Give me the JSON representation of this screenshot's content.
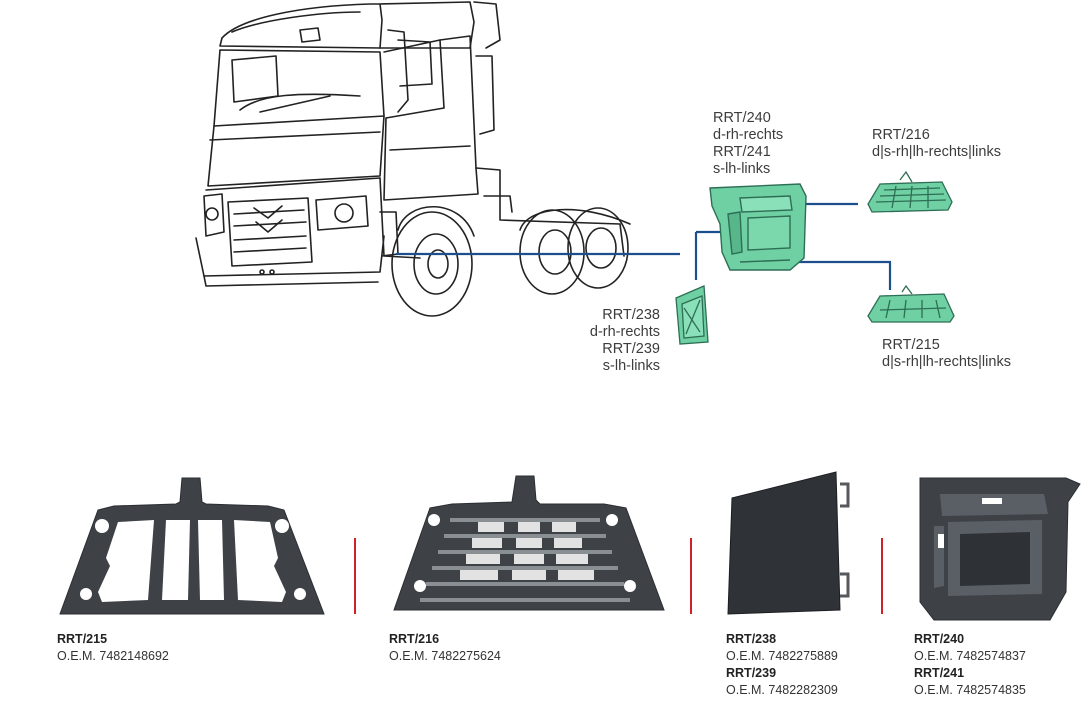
{
  "callouts": {
    "rrt240_241": [
      "RRT/240",
      "d-rh-rechts",
      "RRT/241",
      "s-lh-links"
    ],
    "rrt216": [
      "RRT/216",
      "d|s-rh|lh-rechts|links"
    ],
    "rrt238_239": [
      "RRT/238",
      "d-rh-rechts",
      "RRT/239",
      "s-lh-links"
    ],
    "rrt215": [
      "RRT/215",
      "d|s-rh|lh-rechts|links"
    ]
  },
  "products": [
    {
      "lines": [
        {
          "code": "RRT/215"
        },
        {
          "oem": "O.E.M. 7482148692"
        }
      ]
    },
    {
      "lines": [
        {
          "code": "RRT/216"
        },
        {
          "oem": "O.E.M. 7482275624"
        }
      ]
    },
    {
      "lines": [
        {
          "code": "RRT/238"
        },
        {
          "oem": "O.E.M. 7482275889"
        },
        {
          "code": "RRT/239"
        },
        {
          "oem": "O.E.M. 7482282309"
        }
      ]
    },
    {
      "lines": [
        {
          "code": "RRT/240"
        },
        {
          "oem": "O.E.M. 7482574837"
        },
        {
          "code": "RRT/241"
        },
        {
          "oem": "O.E.M. 7482574835"
        }
      ]
    }
  ],
  "colors": {
    "highlight_part": "#6fd0a4",
    "leader_line": "#1d4f8f",
    "divider": "#d0202a",
    "part_dark": "#3e4247"
  },
  "icons": [
    "truck-line-drawing",
    "step-housing-part",
    "step-grid-part",
    "cover-panel-part"
  ]
}
